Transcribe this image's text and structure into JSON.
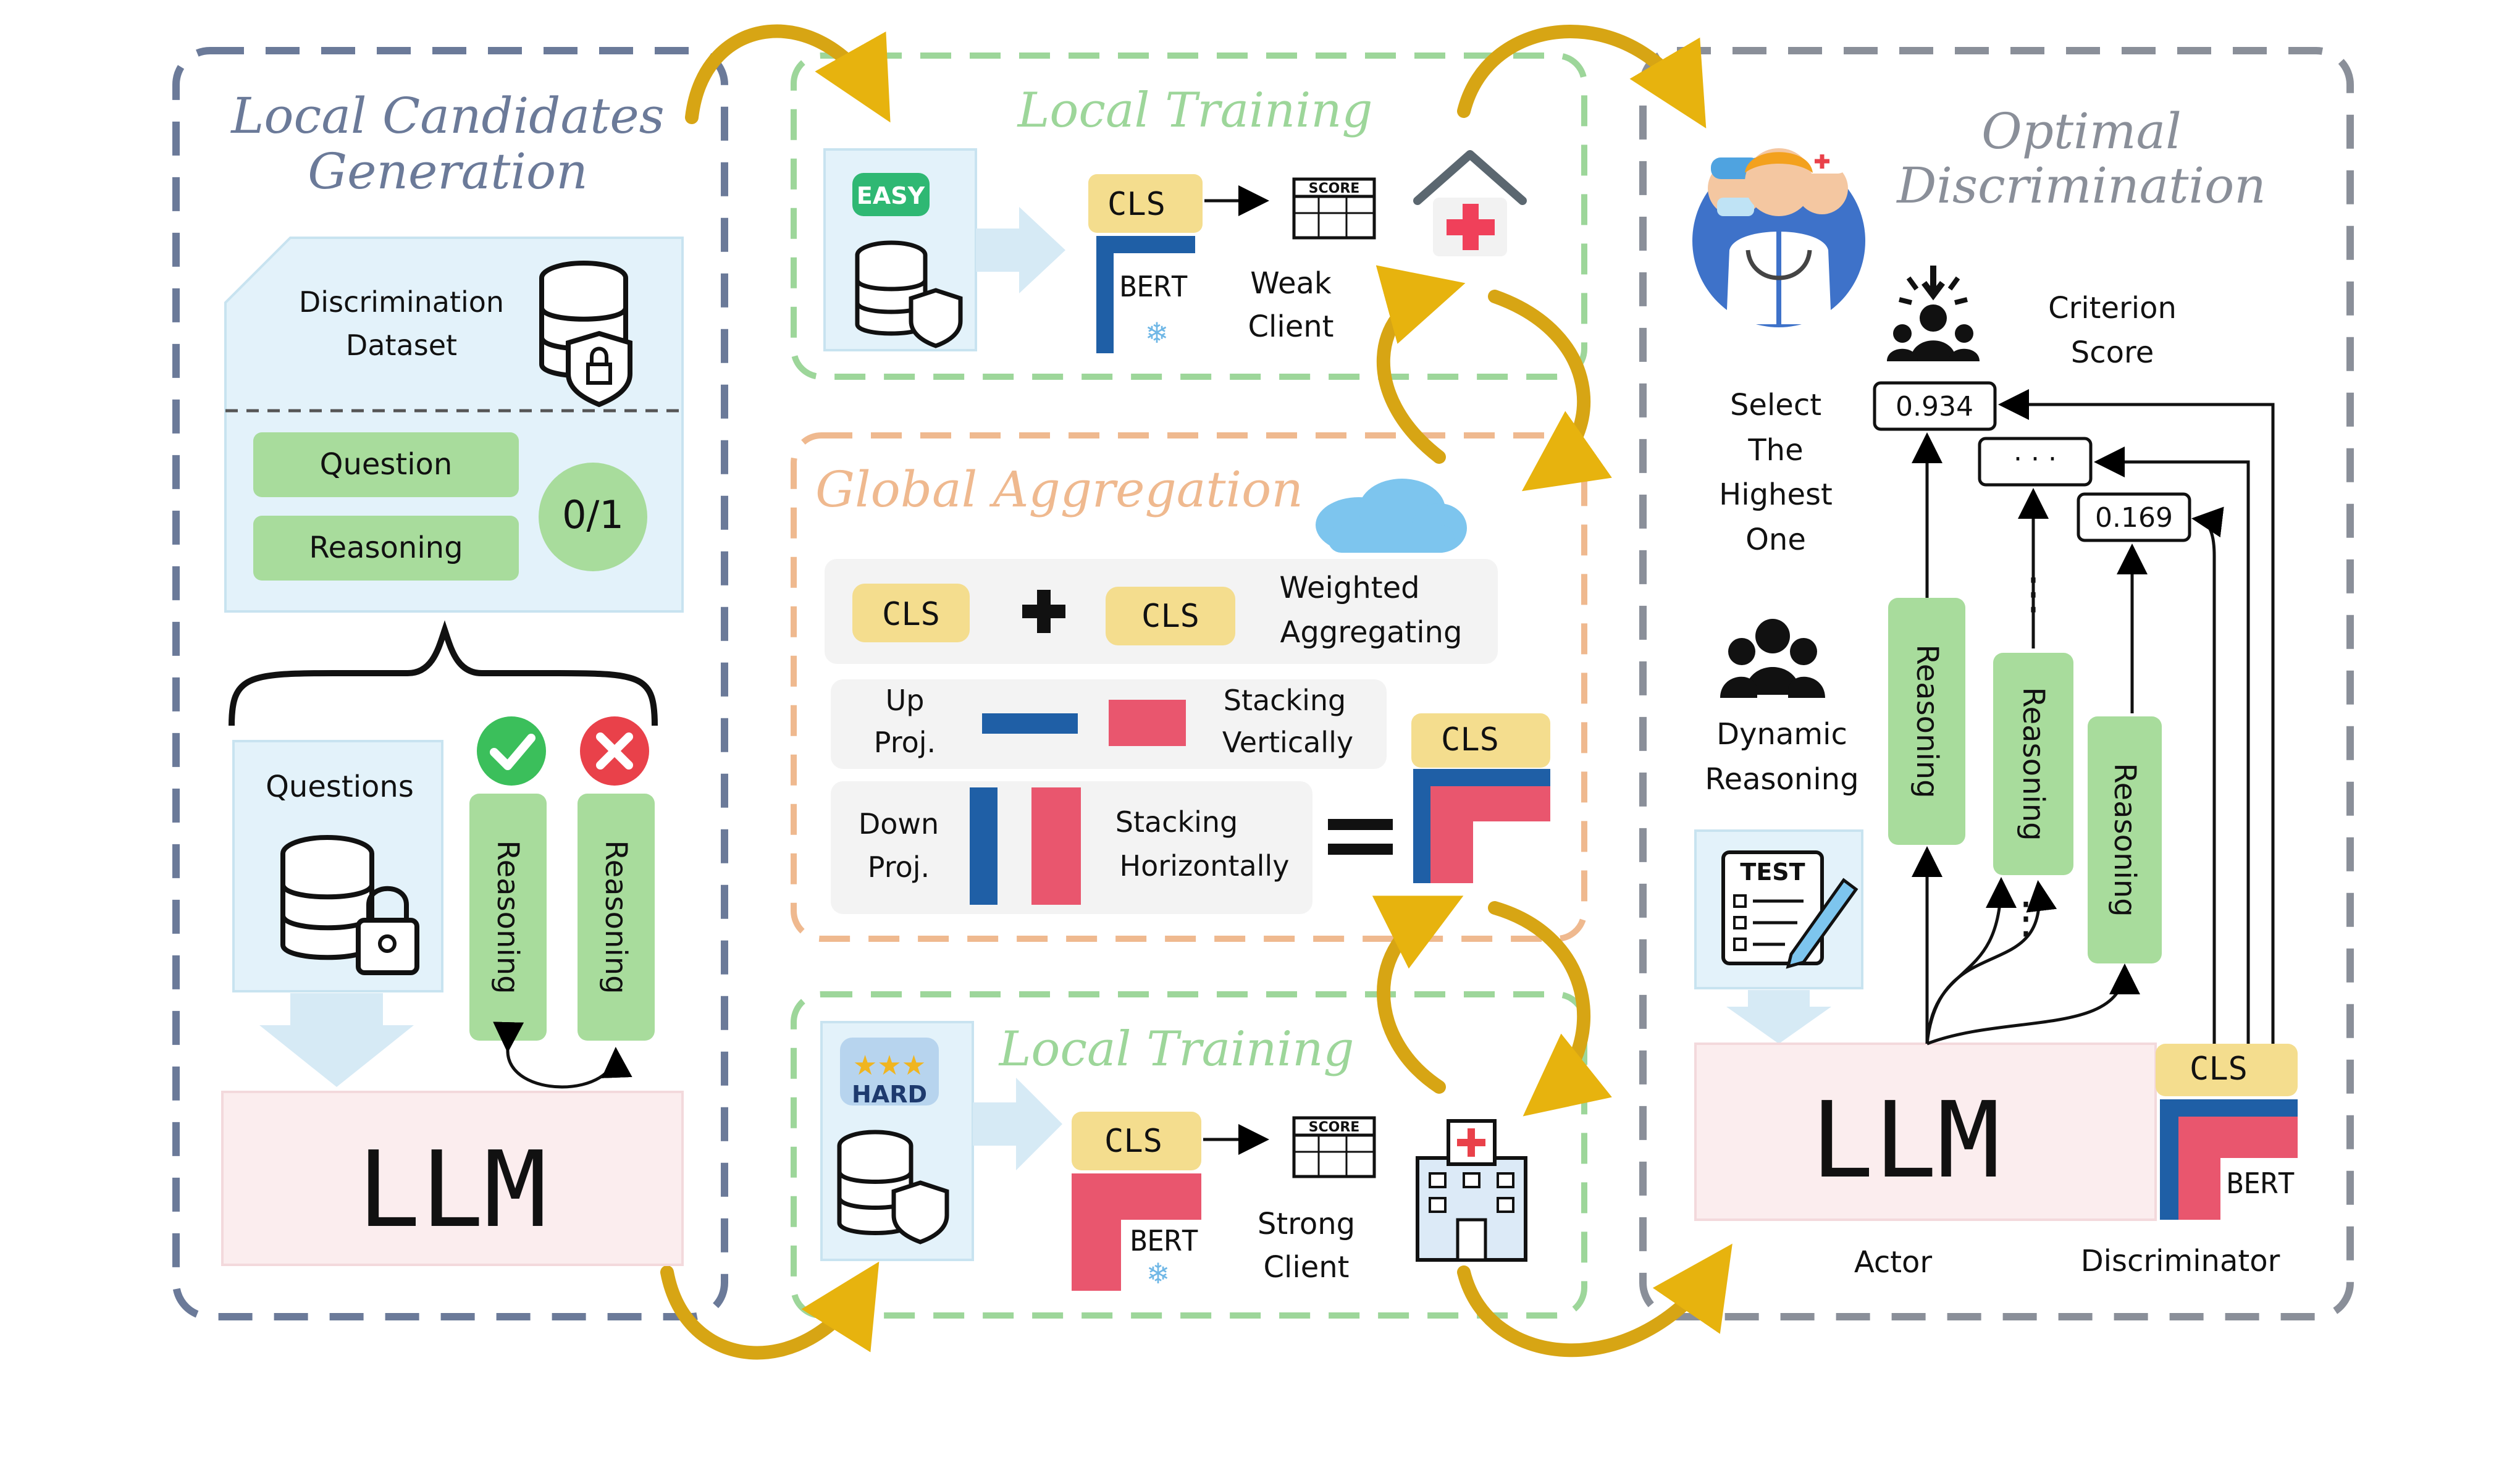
{
  "colors": {
    "panel_border": "#6B7A99",
    "green_dash": "#9DD69A",
    "orange_dash": "#EFB98F",
    "light_blue": "#E3F2FA",
    "green_box": "#A8DC9C",
    "pink_box": "#FBEDEE",
    "cls_yellow": "#F4DD8E",
    "blue_bar": "#1F5FA6",
    "red_bar": "#E9566E",
    "arrow_gold": "#D7A514",
    "check_green": "#3BBF5B",
    "cross_red": "#E9414A",
    "light_gray": "#F3F3F3"
  },
  "left": {
    "title_line1": "Local Candidates",
    "title_line2": "Generation",
    "dataset_line1": "Discrimination",
    "dataset_line2": "Dataset",
    "question": "Question",
    "reasoning": "Reasoning",
    "binary": "0/1",
    "questions": "Questions",
    "reasoning_a": "Reasoning",
    "reasoning_b": "Reasoning",
    "llm": "LLM",
    "database_icon": "database-lock-icon",
    "check_icon": "check-icon",
    "cross_icon": "cross-icon"
  },
  "middle": {
    "top": {
      "title": "Local Training",
      "badge": "EASY",
      "cls": "CLS",
      "bert": "BERT",
      "score": "SCORE",
      "client_line1": "Weak",
      "client_line2": "Client",
      "icon": "clinic-icon"
    },
    "agg": {
      "title": "Global Aggregation",
      "cls_a": "CLS",
      "cls_b": "CLS",
      "weighted_line1": "Weighted",
      "weighted_line2": "Aggregating",
      "up_line1": "Up",
      "up_line2": "Proj.",
      "stack_v_line1": "Stacking",
      "stack_v_line2": "Vertically",
      "down_line1": "Down",
      "down_line2": "Proj.",
      "stack_h_line1": "Stacking",
      "stack_h_line2": "Horizontally",
      "cls_result": "CLS",
      "cloud_icon": "cloud-icon"
    },
    "bottom": {
      "title": "Local Training",
      "badge": "HARD",
      "cls": "CLS",
      "bert": "BERT",
      "score": "SCORE",
      "client_line1": "Strong",
      "client_line2": "Client",
      "icon": "hospital-icon"
    }
  },
  "right": {
    "title_line1": "Optimal",
    "title_line2": "Discrimination",
    "criterion_line1": "Criterion",
    "criterion_line2": "Score",
    "select_line1": "Select",
    "select_line2": "The",
    "select_line3": "Highest",
    "select_line4": "One",
    "score_high": "0.934",
    "score_mid": "· · ·",
    "score_low": "0.169",
    "dynamic_line1": "Dynamic",
    "dynamic_line2": "Reasoning",
    "reasoning_1": "Reasoning",
    "reasoning_2": "Reasoning",
    "reasoning_3": "Reasoning",
    "vdots": "⋮",
    "test": "TEST",
    "llm": "LLM",
    "cls": "CLS",
    "bert": "BERT",
    "actor": "Actor",
    "discriminator": "Discriminator",
    "doctors_icon": "doctors-icon",
    "group_icon": "group-icon",
    "selector_icon": "selector-icon"
  }
}
